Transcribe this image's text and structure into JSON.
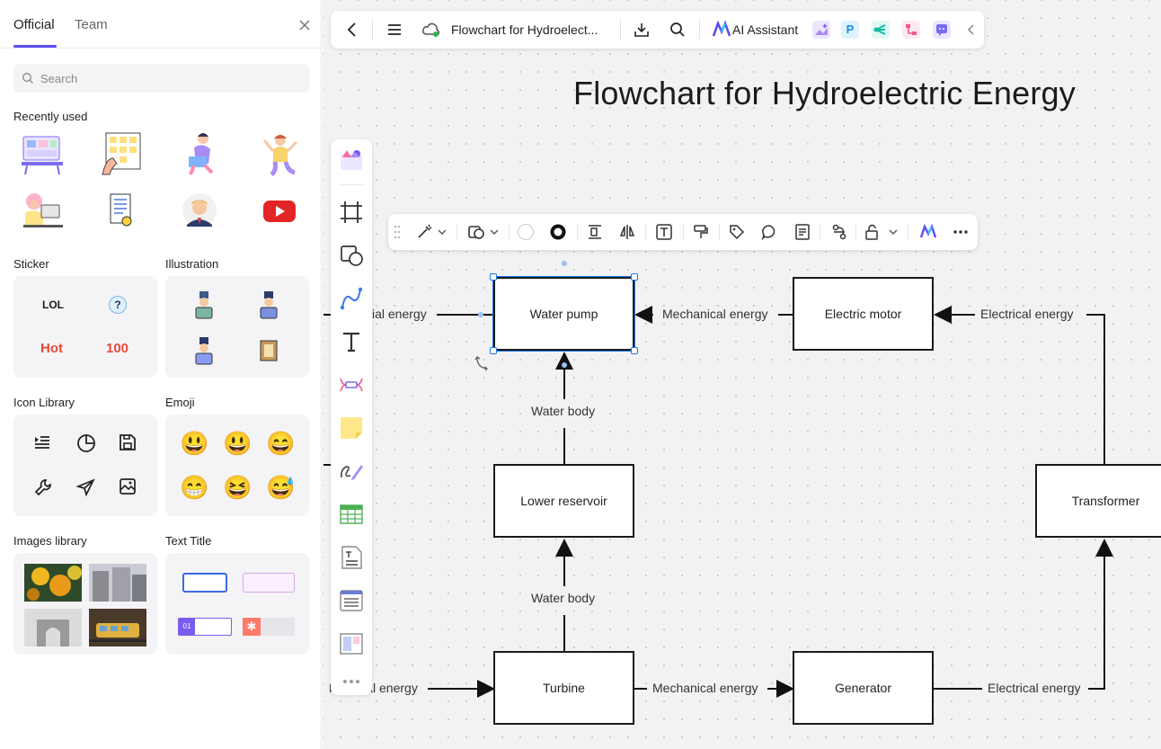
{
  "panel": {
    "tabs": [
      "Official",
      "Team"
    ],
    "search_placeholder": "Search",
    "sections": {
      "recent": "Recently used",
      "sticker": "Sticker",
      "illustration": "Illustration",
      "icon_library": "Icon Library",
      "emoji": "Emoji",
      "images": "Images library",
      "text_title": "Text Title"
    },
    "stickers": [
      "LOL",
      "?",
      "Hot",
      "100"
    ],
    "emoji": [
      "😃",
      "😃",
      "😄",
      "😁",
      "😆",
      "😅"
    ],
    "text_title_tag": "01"
  },
  "topbar": {
    "doc_title": "Flowchart for Hydroelect...",
    "ai_assistant": "AI Assistant",
    "plugins": [
      "P"
    ]
  },
  "canvas": {
    "title": "Flowchart for Hydroelectric Energy",
    "nodes": {
      "water_pump": "Water pump",
      "electric_motor": "Electric motor",
      "lower_reservoir": "Lower reservoir",
      "transformer": "Transformer",
      "turbine": "Turbine",
      "generator": "Generator"
    },
    "edges": {
      "potential_energy_top": "ial energy",
      "mechanical_top": "Mechanical energy",
      "electrical_top": "Electrical energy",
      "water_body_1": "Water body",
      "water_body_2": "Water body",
      "potential_energy_bottom": "H        al energy",
      "mechanical_bottom": "Mechanical energy",
      "electrical_bottom": "Electrical energy"
    }
  },
  "colors": {
    "accent": "#5b4cf0",
    "selection": "#1e78e6",
    "canvas": "#f2f2f4"
  }
}
